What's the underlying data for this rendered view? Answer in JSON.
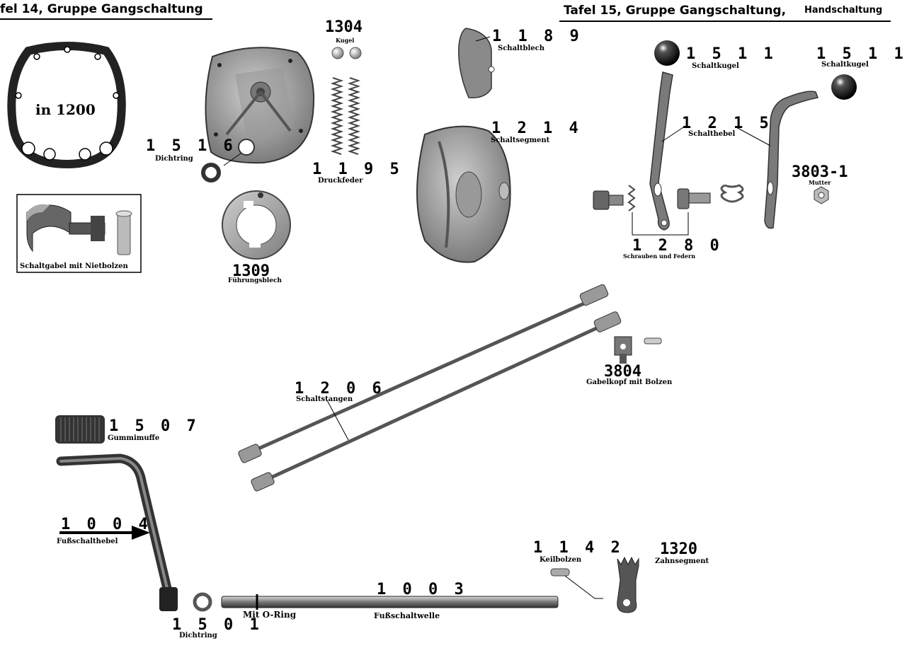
{
  "headers": {
    "left": "fel 14, Gruppe  Gangschaltung",
    "right_main": "Tafel 15, Gruppe  Gangschaltung,",
    "right_sub": "Handschaltung"
  },
  "gasket_label": "in 1200",
  "fork_caption": "Schaltgabel mit Nietbolzen",
  "parts": [
    {
      "number": "1 5 1 6",
      "name": "Dichtring"
    },
    {
      "number": "1304",
      "name": "Kugel"
    },
    {
      "number": "1 1 9 5",
      "name": "Druckfeder"
    },
    {
      "number": "1309",
      "name": "Führungsblech"
    },
    {
      "number": "1 1 8 9",
      "name": "Schaltblech"
    },
    {
      "number": "1 2 1 4",
      "name": "Schaltsegment"
    },
    {
      "number": "1 5 1 1",
      "name": "Schaltkugel"
    },
    {
      "number": "1 5 1 1",
      "name": "Schaltkugel"
    },
    {
      "number": "1 2 1 5",
      "name": "Schalthebel"
    },
    {
      "number": "3803-1",
      "name": "Mutter"
    },
    {
      "number": "1 2 8 0",
      "name": "Schrauben und Federn"
    },
    {
      "number": "3804",
      "name": "Gabelkopf mit Bolzen"
    },
    {
      "number": "1 2 0 6",
      "name": "Schaltstangen"
    },
    {
      "number": "1 5 0 7",
      "name": "Gummimuffe"
    },
    {
      "number": "1 0 0 4",
      "name": "Fußschalthebel"
    },
    {
      "number": "1 1 4 2",
      "name": "Keilbolzen"
    },
    {
      "number": "1320",
      "name": "Zahnsegment"
    },
    {
      "number": "1 0 0 3",
      "name": "Fußschaltwelle"
    },
    {
      "number": "1 5 0 1",
      "name": "Dichtring"
    }
  ],
  "oring_note": "Mit O-Ring"
}
